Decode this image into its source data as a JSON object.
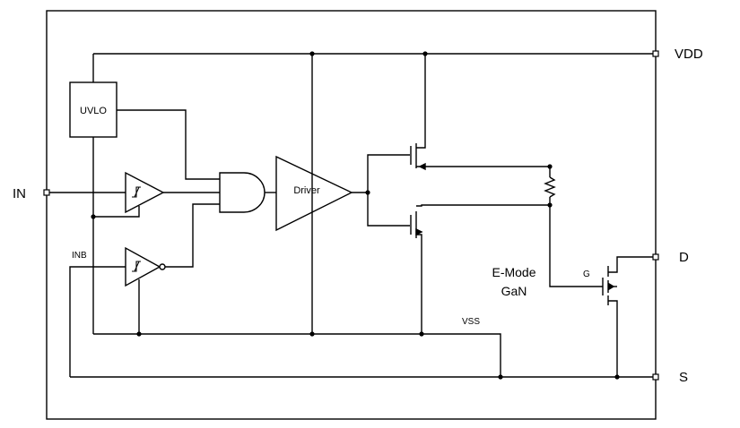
{
  "pins": {
    "in": "IN",
    "vdd": "VDD",
    "d": "D",
    "s": "S"
  },
  "blocks": {
    "uvlo": "UVLO",
    "driver": "Driver"
  },
  "labels": {
    "inb": "INB",
    "vss": "VSS",
    "gate": "G",
    "gan_line1": "E-Mode",
    "gan_line2": "GaN"
  }
}
